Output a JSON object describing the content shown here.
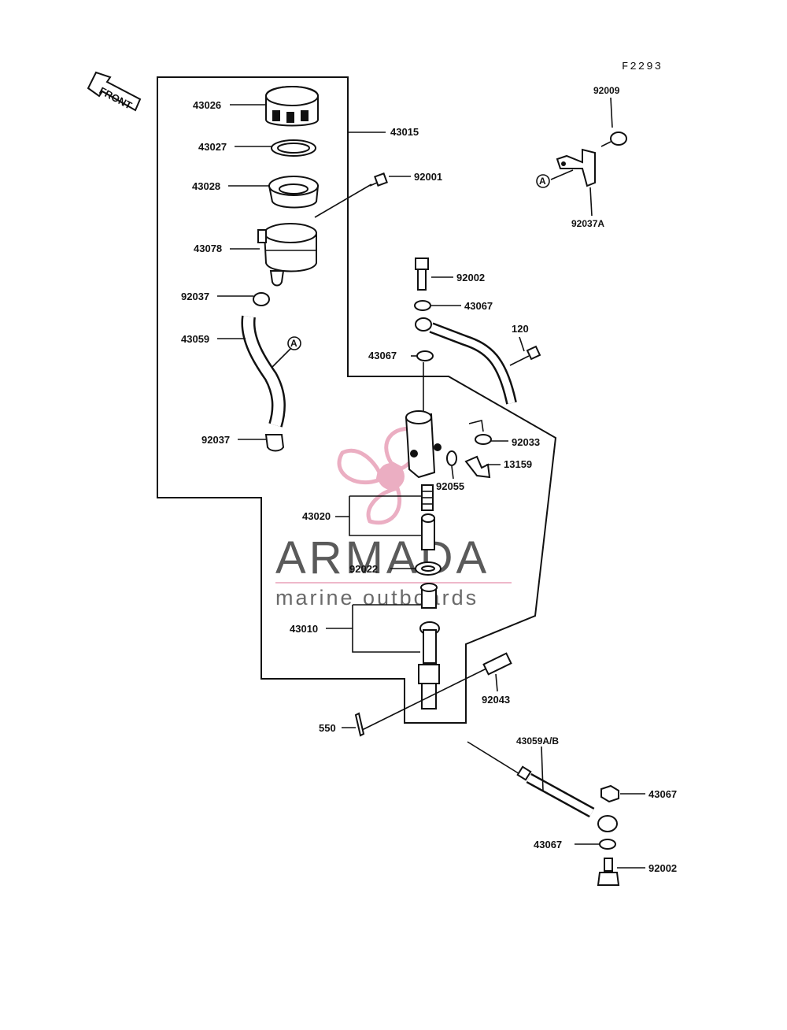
{
  "figure_code": "F2293",
  "front_label": "FRONT",
  "reference_mark": "A",
  "watermark": {
    "title": "ARMADA",
    "subtitle": "marine outboards",
    "accent_color": "#e8a0b8",
    "text_color": "#5a5a5a"
  },
  "labels": {
    "p43026": "43026",
    "p43027": "43027",
    "p43028": "43028",
    "p43078": "43078",
    "p92037_top": "92037",
    "p43059": "43059",
    "p92037_bottom": "92037",
    "p43015": "43015",
    "p92001": "92001",
    "p92009": "92009",
    "p92037A": "92037A",
    "p92002_top": "92002",
    "p43067_top": "43067",
    "p120": "120",
    "p43067_mid": "43067",
    "p92033": "92033",
    "p13159": "13159",
    "p92055": "92055",
    "p43020": "43020",
    "p92022": "92022",
    "p43010": "43010",
    "p92043": "92043",
    "p550": "550",
    "p43059AB": "43059A/B",
    "p43067_right": "43067",
    "p43067_low": "43067",
    "p92002_bottom": "92002"
  }
}
